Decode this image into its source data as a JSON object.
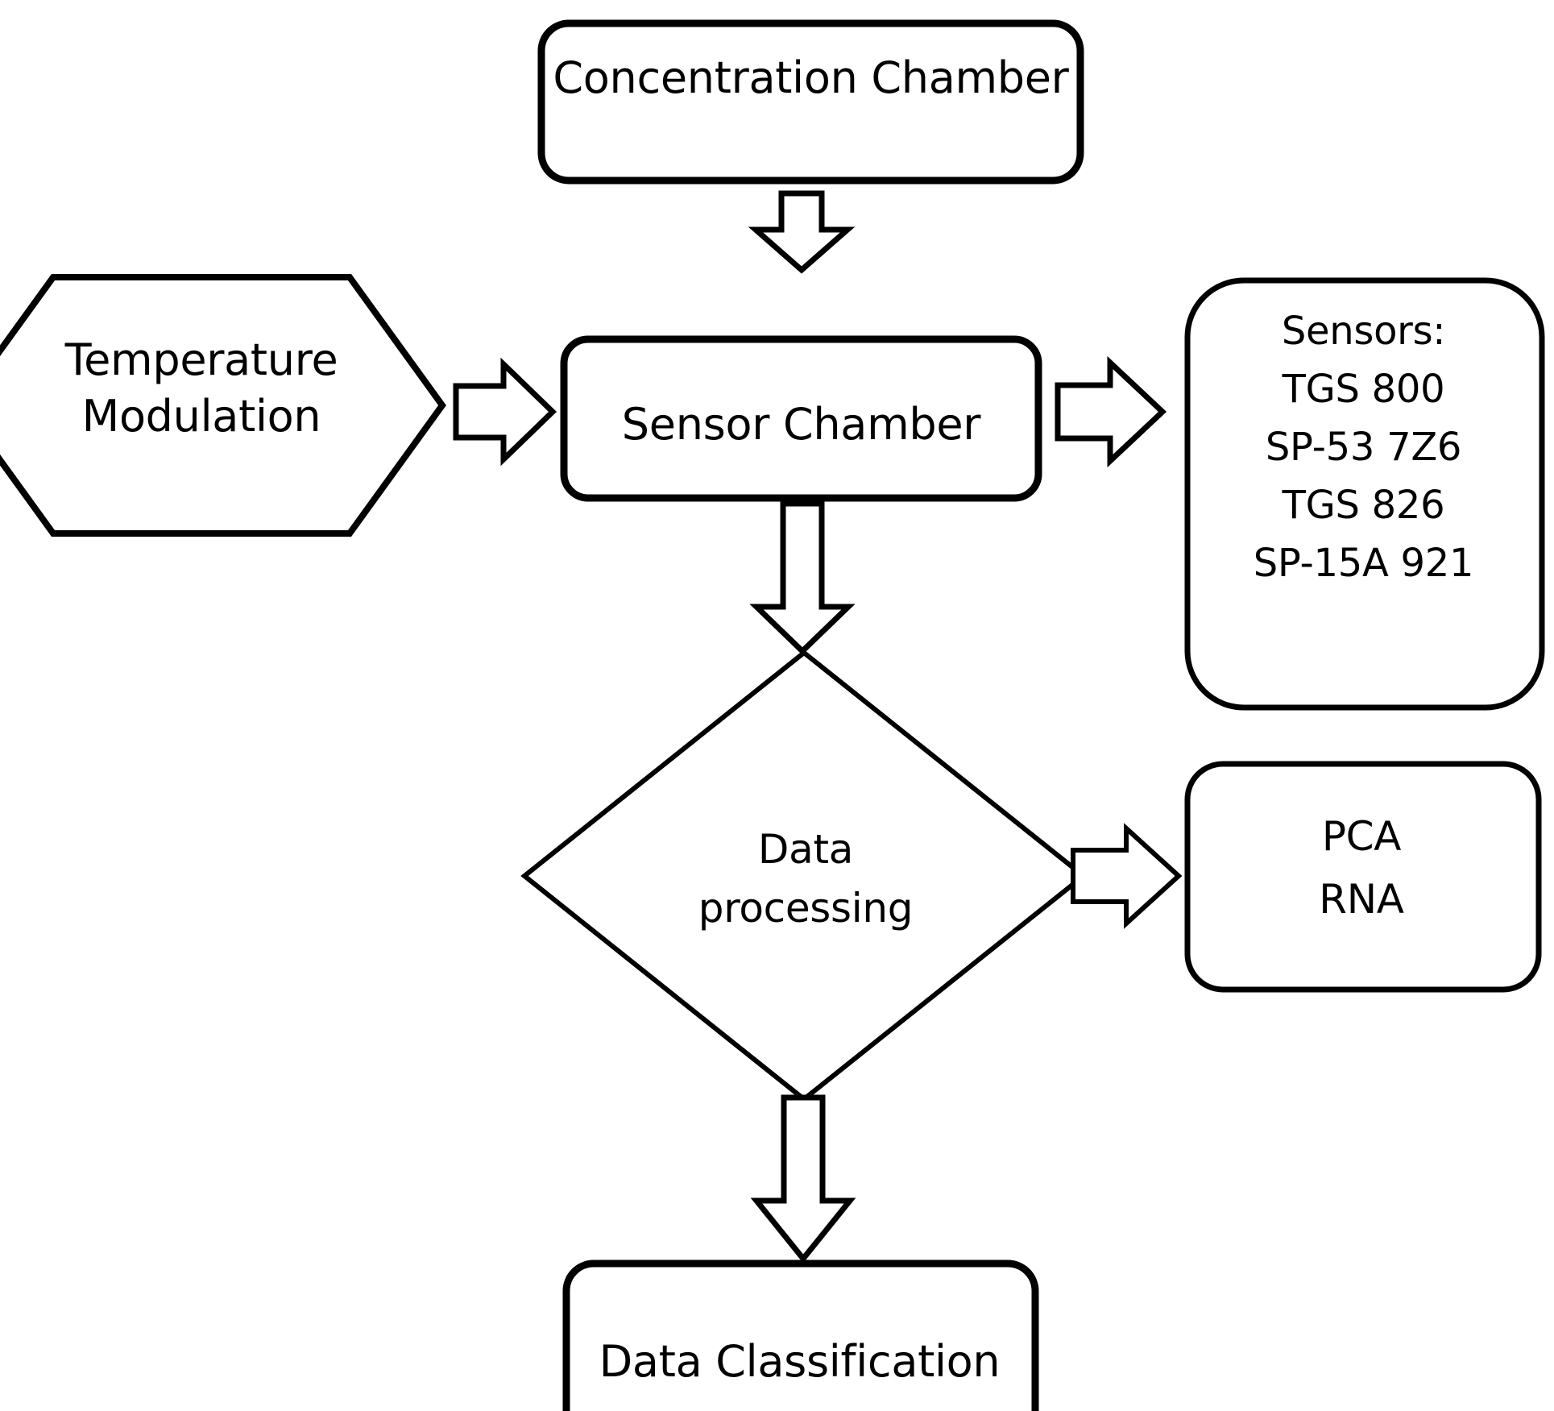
{
  "diagram": {
    "title": "Electronic nose system flowchart",
    "background_color": "#ffffff",
    "stroke_color": "#000000",
    "nodes": {
      "concentration_chamber": {
        "label": "Concentration Chamber",
        "shape": "rounded-rectangle"
      },
      "temperature_modulation": {
        "label": "Temperature\nModulation",
        "shape": "hexagon"
      },
      "sensor_chamber": {
        "label": "Sensor Chamber",
        "shape": "rounded-rectangle"
      },
      "sensors": {
        "label": "Sensors:\nTGS 800\nSP-53 7Z6\nTGS 826\nSP-15A 921",
        "shape": "rounded-rectangle",
        "heading": "Sensors:",
        "items": [
          "TGS 800",
          "SP-53 7Z6",
          "TGS 826",
          "SP-15A 921"
        ]
      },
      "data_processing": {
        "label": "Data\nprocessing",
        "shape": "diamond"
      },
      "pca_rna": {
        "label": "PCA\nRNA",
        "shape": "rounded-rectangle",
        "items": [
          "PCA",
          "RNA"
        ]
      },
      "data_classification": {
        "label": "Data Classification",
        "shape": "rounded-rectangle"
      }
    },
    "connectors": [
      {
        "name": "concentration-to-sensor-chamber",
        "from": "concentration_chamber",
        "to": "sensor_chamber",
        "direction": "down",
        "style": "block-arrow"
      },
      {
        "name": "temperature-to-sensor-chamber",
        "from": "temperature_modulation",
        "to": "sensor_chamber",
        "direction": "right",
        "style": "block-arrow"
      },
      {
        "name": "sensor-chamber-to-sensors",
        "from": "sensor_chamber",
        "to": "sensors",
        "direction": "right",
        "style": "block-arrow"
      },
      {
        "name": "sensor-chamber-to-data-processing",
        "from": "sensor_chamber",
        "to": "data_processing",
        "direction": "down",
        "style": "block-arrow"
      },
      {
        "name": "data-processing-to-pca-rna",
        "from": "data_processing",
        "to": "pca_rna",
        "direction": "right",
        "style": "block-arrow"
      },
      {
        "name": "data-processing-to-data-classification",
        "from": "data_processing",
        "to": "data_classification",
        "direction": "down",
        "style": "block-arrow"
      }
    ]
  }
}
